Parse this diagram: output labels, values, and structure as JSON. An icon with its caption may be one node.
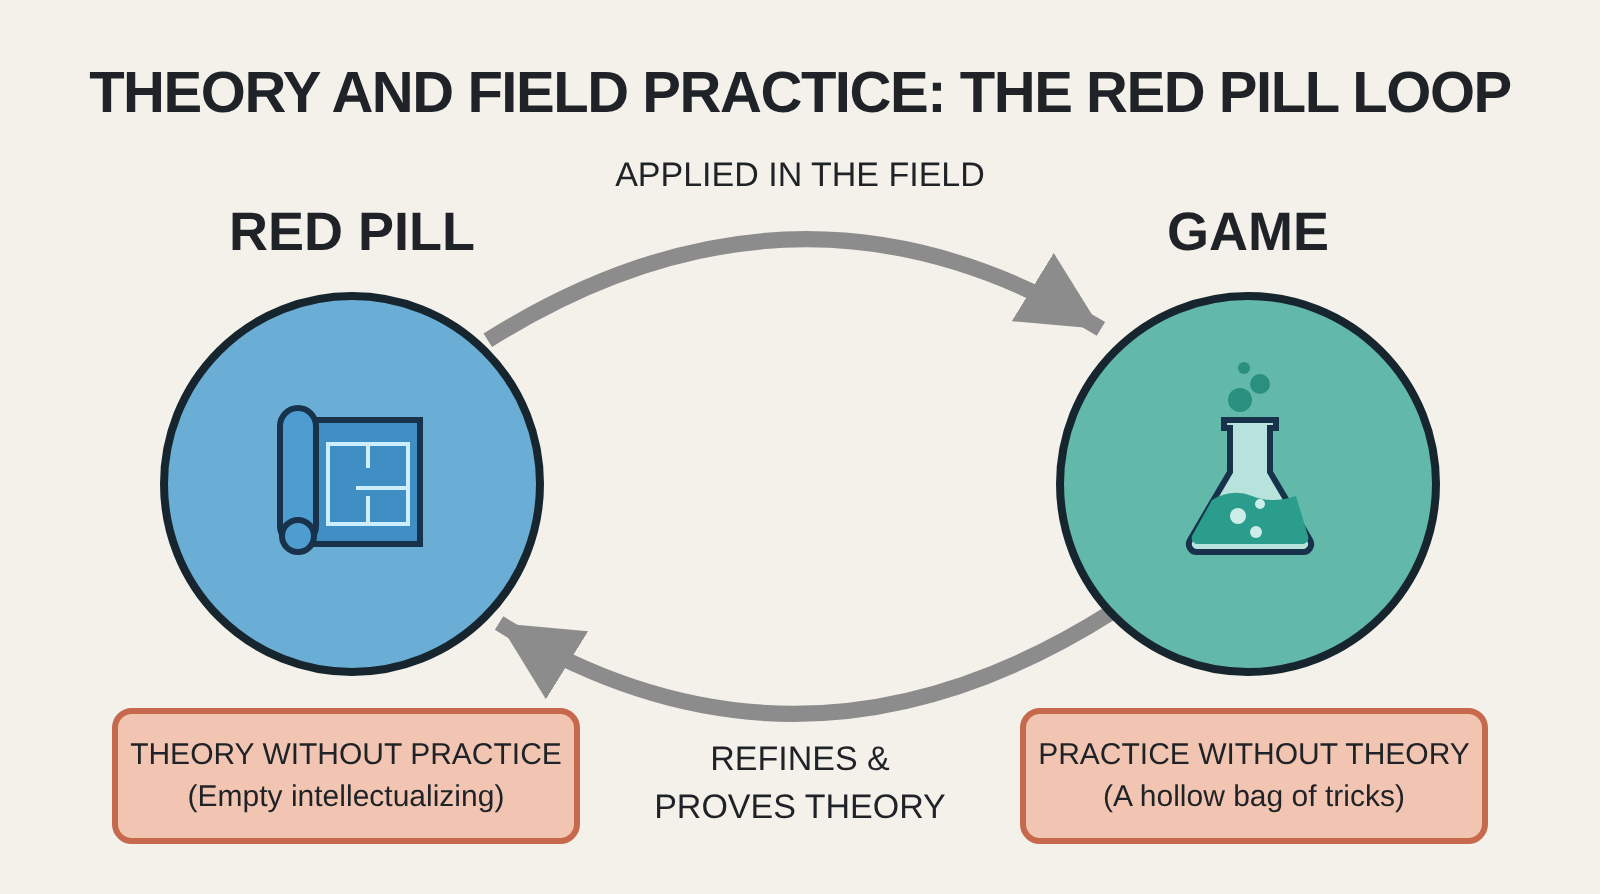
{
  "diagram": {
    "title": "THEORY AND FIELD PRACTICE: THE RED PILL LOOP",
    "nodes": [
      {
        "text": [
          "RED PILL"
        ]
      },
      {
        "text": [
          "GAME"
        ]
      },
      {
        "text": [
          "THEORY WITHOUT PRACTICE",
          "(Empty intellectualizing)"
        ]
      },
      {
        "text": [
          "PRACTICE WITHOUT THEORY",
          "(A hollow bag of tricks)"
        ]
      }
    ],
    "edges": [
      {
        "from": 0,
        "to": 1,
        "arrow": "to",
        "label": "APPLIED IN THE FIELD"
      },
      {
        "from": 1,
        "to": 0,
        "arrow": "to",
        "label": "REFINES & PROVES THEORY"
      }
    ]
  }
}
